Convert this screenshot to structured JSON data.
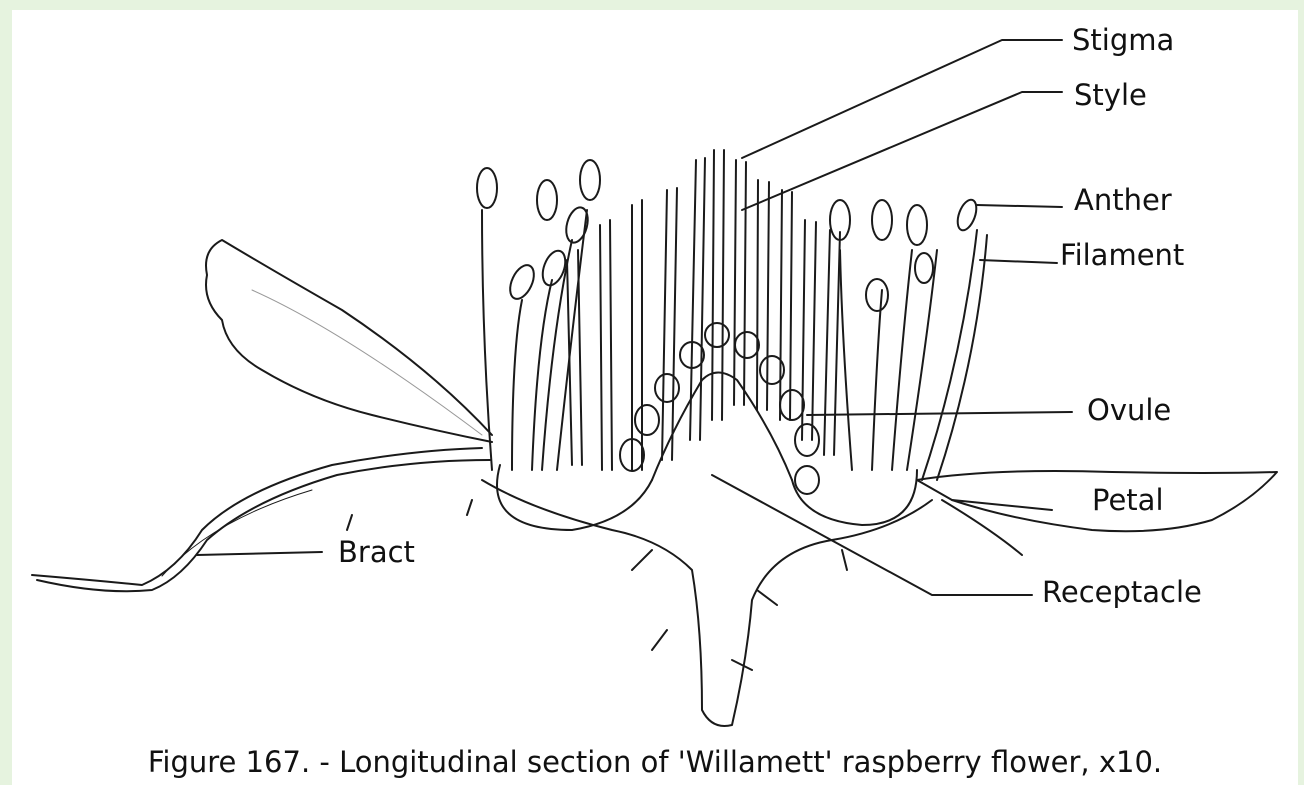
{
  "labels": {
    "stigma": "Stigma",
    "style": "Style",
    "anther": "Anther",
    "filament": "Filament",
    "ovule": "Ovule",
    "petal": "Petal",
    "bract": "Bract",
    "receptacle": "Receptacle"
  },
  "caption": "Figure 167. - Longitudinal section of 'Willamett' raspberry flower, x10.",
  "colors": {
    "background": "#e6f3df",
    "panel": "#ffffff",
    "ink": "#111111"
  }
}
